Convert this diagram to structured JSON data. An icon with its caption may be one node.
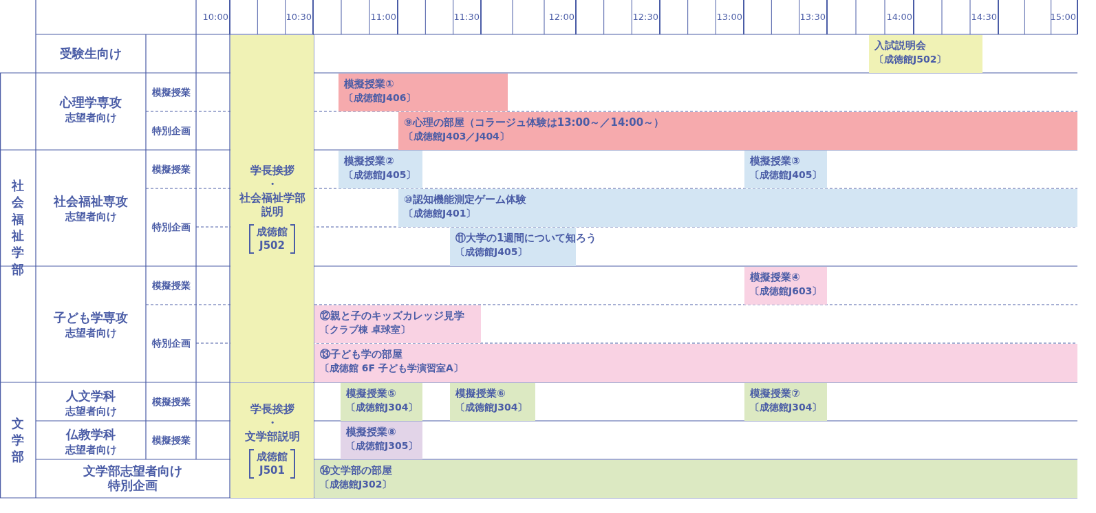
{
  "diagram": {
    "nodes": [
      {
        "text": [
          "入試説明会",
          "〔成徳館J502〕"
        ]
      },
      {
        "text": [
          "学長挨拶",
          "・",
          "社会福祉学部説明",
          "成徳館J502"
        ]
      },
      {
        "text": [
          "模擬授業①",
          "〔成徳館J406〕"
        ]
      },
      {
        "text": [
          "⑨心理の部屋（コラージュ体験は13:00～／14:00～）",
          "〔成徳館J403／J404〕"
        ]
      },
      {
        "text": [
          "模擬授業②",
          "〔成徳館J405〕"
        ]
      },
      {
        "text": [
          "模擬授業③",
          "〔成徳館J405〕"
        ]
      },
      {
        "text": [
          "⑩認知機能測定ゲーム体験",
          "〔成徳館J401〕"
        ]
      },
      {
        "text": [
          "⑪大学の1週間について知ろう",
          "〔成徳館J405〕"
        ]
      },
      {
        "text": [
          "模擬授業④",
          "〔成徳館J603〕"
        ]
      },
      {
        "text": [
          "⑫親と子のキッズカレッジ見学",
          "〔クラブ棟 卓球室〕"
        ]
      },
      {
        "text": [
          "⑬子ども学の部屋",
          "〔成徳館 6F 子ども学演習室A〕"
        ]
      },
      {
        "text": [
          "学長挨拶",
          "・",
          "文学部説明",
          "成徳館J501"
        ]
      },
      {
        "text": [
          "模擬授業⑤",
          "〔成徳館J304〕"
        ]
      },
      {
        "text": [
          "模擬授業⑥",
          "〔成徳館J304〕"
        ]
      },
      {
        "text": [
          "模擬授業⑦",
          "〔成徳館J304〕"
        ]
      },
      {
        "text": [
          "模擬授業⑧",
          "〔成徳館J305〕"
        ]
      },
      {
        "text": [
          "⑭文学部の部屋",
          "〔成徳館J302〕"
        ]
      }
    ],
    "labels": [
      "10:00",
      "10:30",
      "11:00",
      "11:30",
      "12:00",
      "12:30",
      "13:00",
      "13:30",
      "14:00",
      "14:30",
      "15:00",
      "受験生向け",
      "社会福祉学部",
      "心理学専攻",
      "志望者向け",
      "模擬授業",
      "特別企画",
      "社会福祉専攻",
      "志望者向け",
      "模擬授業",
      "特別企画",
      "子ども学専攻",
      "志望者向け",
      "模擬授業",
      "特別企画",
      "文学部",
      "人文学科",
      "志望者向け",
      "模擬授業",
      "仏教学科",
      "志望者向け",
      "模擬授業",
      "文学部志望者向け特別企画"
    ]
  }
}
